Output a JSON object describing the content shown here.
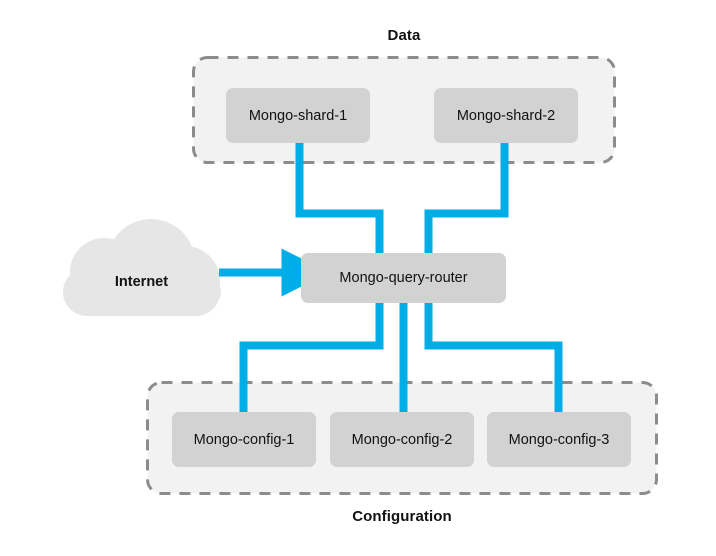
{
  "diagram": {
    "title_top": "Data",
    "title_bottom": "Configuration",
    "colors": {
      "link": "#00ade6",
      "node_fill": "#d2d2d2",
      "group_fill": "#f2f2f2",
      "group_dash": "#8c8c8c",
      "cloud_fill": "#e6e6e6",
      "text": "#121212",
      "background": "#ffffff"
    },
    "groups": [
      {
        "name": "data-group",
        "label": "Data",
        "label_position": "top",
        "nodes": [
          "Mongo-shard-1",
          "Mongo-shard-2"
        ]
      },
      {
        "name": "configuration-group",
        "label": "Configuration",
        "label_position": "bottom",
        "nodes": [
          "Mongo-config-1",
          "Mongo-config-2",
          "Mongo-config-3"
        ]
      }
    ],
    "shards": [
      {
        "label": "Mongo-shard-1"
      },
      {
        "label": "Mongo-shard-2"
      }
    ],
    "router": {
      "label": "Mongo-query-router"
    },
    "configs": [
      {
        "label": "Mongo-config-1"
      },
      {
        "label": "Mongo-config-2"
      },
      {
        "label": "Mongo-config-3"
      }
    ],
    "cloud": {
      "label": "Internet"
    },
    "connections": [
      {
        "from": "Internet",
        "to": "Mongo-query-router",
        "style": "arrow"
      },
      {
        "from": "Mongo-shard-1",
        "to": "Mongo-query-router",
        "style": "elbow"
      },
      {
        "from": "Mongo-shard-2",
        "to": "Mongo-query-router",
        "style": "elbow"
      },
      {
        "from": "Mongo-query-router",
        "to": "Mongo-config-1",
        "style": "elbow"
      },
      {
        "from": "Mongo-query-router",
        "to": "Mongo-config-2",
        "style": "straight"
      },
      {
        "from": "Mongo-query-router",
        "to": "Mongo-config-3",
        "style": "elbow"
      }
    ]
  }
}
